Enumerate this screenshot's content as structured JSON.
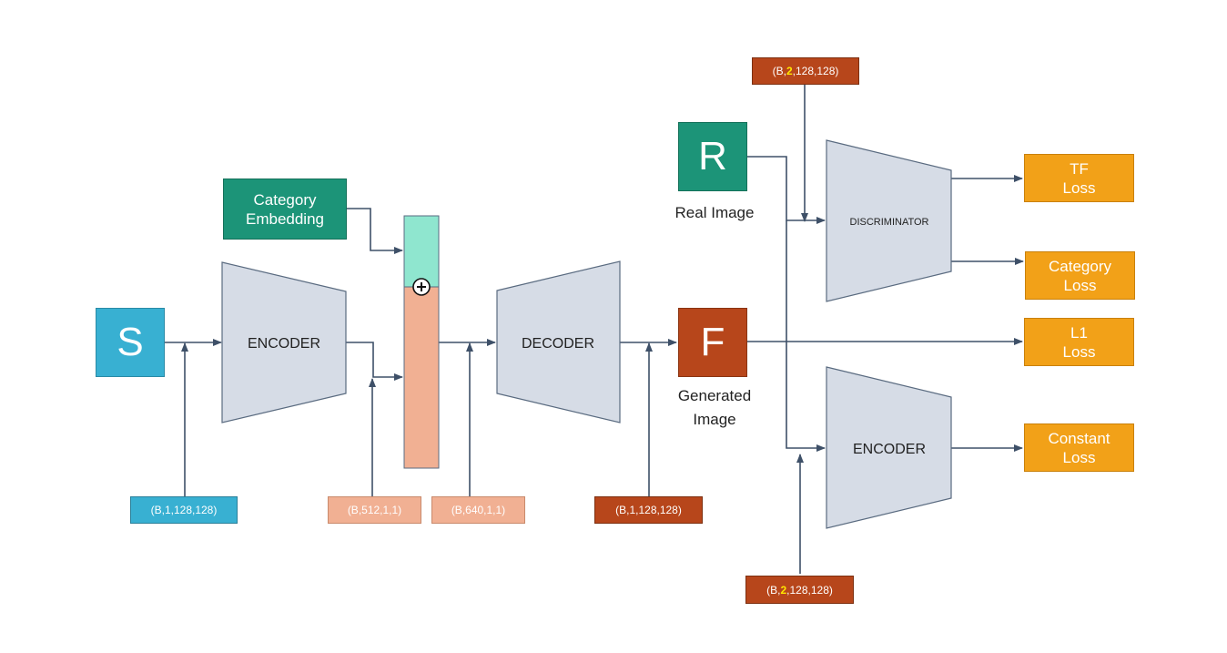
{
  "colors": {
    "source": "#38b0d2",
    "real": "#1c9478",
    "generated": "#b7461b",
    "embedding": "#1c9478",
    "vector_top": "#8fe6cf",
    "vector_bottom": "#f1b093",
    "module": "#d6dce6",
    "loss": "#f2a118",
    "arrow": "#3e5068",
    "highlight": "#ffe600"
  },
  "nodes": {
    "source": {
      "letter": "S",
      "icon": "source-image"
    },
    "real": {
      "letter": "R",
      "caption": "Real Image"
    },
    "generated": {
      "letter": "F",
      "caption_line1": "Generated",
      "caption_line2": "Image"
    },
    "category_embedding": {
      "line1": "Category",
      "line2": "Embedding"
    },
    "concat_symbol": "⊕"
  },
  "modules": {
    "encoder_main": "ENCODER",
    "decoder": "DECODER",
    "discriminator": "DISCRIMINATOR",
    "encoder_const": "ENCODER"
  },
  "losses": {
    "tf": {
      "line1": "TF",
      "line2": "Loss"
    },
    "category": {
      "line1": "Category",
      "line2": "Loss"
    },
    "l1": {
      "line1": "L1",
      "line2": "Loss"
    },
    "constant": {
      "line1": "Constant",
      "line2": "Loss"
    }
  },
  "shapes": {
    "input": "(B,1,128,128)",
    "encoded": "(B,512,1,1)",
    "concat": "(B,640,1,1)",
    "generated": "(B,1,128,128)",
    "disc_input": {
      "prefix": "(B,",
      "highlight": "2",
      "suffix": ",128,128)"
    },
    "const_input": {
      "prefix": "(B,",
      "highlight": "2",
      "suffix": ",128,128)"
    }
  }
}
